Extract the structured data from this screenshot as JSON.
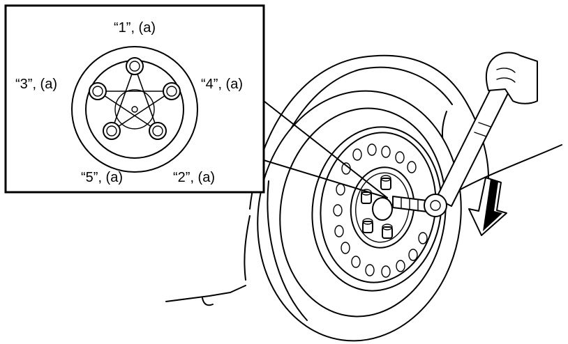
{
  "inset": {
    "labels": {
      "nut1": "“1”, (a)",
      "nut2": "“2”, (a)",
      "nut3": "“3”, (a)",
      "nut4": "“4”, (a)",
      "nut5": "“5”, (a)"
    }
  },
  "icons": {
    "arrow": "arrow-down-icon",
    "wrench": "torque-wrench-icon",
    "hand": "hand-icon"
  }
}
